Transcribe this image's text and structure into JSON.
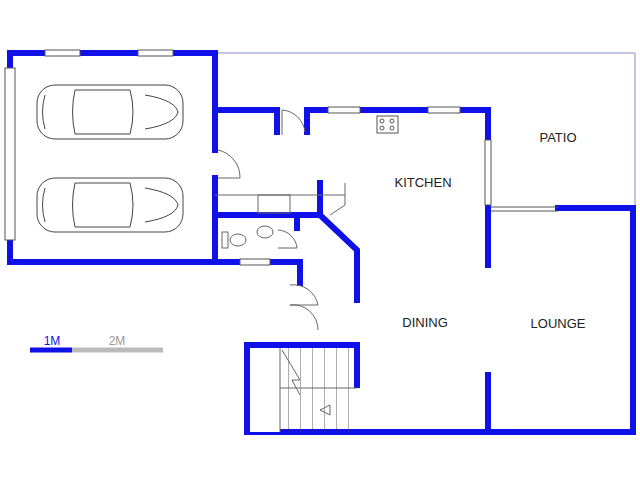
{
  "diagram": {
    "labels": [
      "KITCHEN",
      "PATIO",
      "DINING",
      "LOUNGE",
      "1M",
      "2M"
    ]
  }
}
